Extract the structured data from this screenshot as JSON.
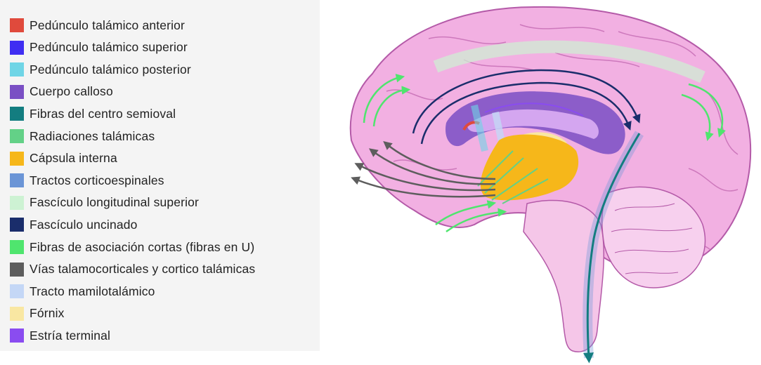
{
  "legend": {
    "items": [
      {
        "label": "Pedúnculo talámico anterior",
        "color": "#e04a3c"
      },
      {
        "label": "Pedúnculo talámico superior",
        "color": "#3f2ef2"
      },
      {
        "label": "Pedúnculo talámico posterior",
        "color": "#6fd5e6"
      },
      {
        "label": "Cuerpo calloso",
        "color": "#7a4fc4"
      },
      {
        "label": "Fibras del centro semioval",
        "color": "#137d80"
      },
      {
        "label": "Radiaciones talámicas",
        "color": "#63d187"
      },
      {
        "label": "Cápsula interna",
        "color": "#f6b71a"
      },
      {
        "label": "Tractos corticoespinales",
        "color": "#6b95d6"
      },
      {
        "label": "Fascículo longitudinal superior",
        "color": "#cdf2d3"
      },
      {
        "label": "Fascículo uncinado",
        "color": "#1a2d6b"
      },
      {
        "label": "Fibras de asociación cortas (fibras en U)",
        "color": "#4fe56e"
      },
      {
        "label": "Vías talamocorticales y cortico talámicas",
        "color": "#5d5d5d"
      },
      {
        "label": "Tracto mamilotalámico",
        "color": "#c4d7f6"
      },
      {
        "label": "Fórnix",
        "color": "#f9e7a2"
      },
      {
        "label": "Estría terminal",
        "color": "#8a4cf0"
      }
    ]
  },
  "figure": {
    "brain_color": "#f2b0e2",
    "outline_color": "#b45aa8"
  }
}
